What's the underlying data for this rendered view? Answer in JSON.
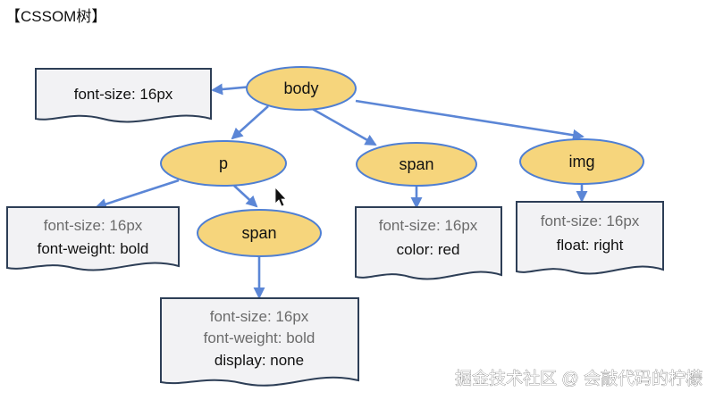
{
  "title": "【CSSOM树】",
  "nodes": {
    "body": "body",
    "p": "p",
    "span_inner": "span",
    "span_right": "span",
    "img": "img"
  },
  "styles": {
    "body": {
      "own": [
        "font-size: 16px"
      ]
    },
    "p": {
      "inherited": [
        "font-size: 16px"
      ],
      "own": [
        "font-weight: bold"
      ]
    },
    "span_inner": {
      "inherited": [
        "font-size: 16px",
        "font-weight: bold"
      ],
      "own": [
        "display: none"
      ]
    },
    "span_right": {
      "inherited": [
        "font-size: 16px"
      ],
      "own": [
        "color: red"
      ]
    },
    "img": {
      "inherited": [
        "font-size: 16px"
      ],
      "own": [
        "float: right"
      ]
    }
  },
  "watermark": "掘金技术社区 @ 会敲代码的柠檬",
  "colors": {
    "node_fill": "#f6d57c",
    "node_stroke": "#4f7fd3",
    "edge": "#5b86d6",
    "doc_fill": "#f2f2f4",
    "doc_stroke": "#2d3e56"
  }
}
